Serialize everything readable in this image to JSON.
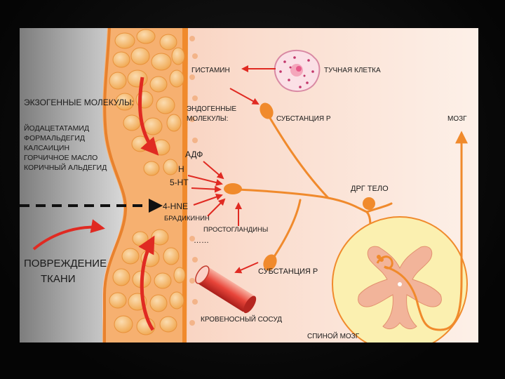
{
  "labels": {
    "exogenous_title": "ЭКЗОГЕННЫЕ МОЛЕКУЛЫ:",
    "exogenous_line1": "ЙОДАЦЕТАТАМИД",
    "exogenous_line2": "ФОРМАЛЬДЕГИД",
    "exogenous_line3": "КАЛСАИЦИН",
    "exogenous_line4": "ГОРЧИЧНОЕ МАСЛО",
    "exogenous_line5": "КОРИЧНЫЙ АЛЬДЕГИД",
    "tissue_damage_line1": "ПОВРЕЖДЕНИЕ",
    "tissue_damage_line2": "ТКАНИ",
    "histamine": "ГИСТАМИН",
    "mast_cell": "ТУЧНАЯ КЛЕТКА",
    "endogenous_line1": "ЭНДОГЕННЫЕ",
    "endogenous_line2": "МОЛЕКУЛЫ:",
    "substance_p_top": "СУБСТАНЦИЯ Р",
    "brain": "МОЗГ",
    "adf": "АДФ",
    "h": "Н",
    "serotonin": "5-НТ",
    "hne": "4-HNE",
    "bradykinin": "БРАДИКИНИН",
    "prostaglandins": "ПРОСТОГЛАНДИНЫ",
    "ellipsis": "……",
    "drg_body": "ДРГ ТЕЛО",
    "substance_p_bottom": "СУБСТАНЦИЯ Р",
    "blood_vessel": "КРОВЕНОСНЫЙ СОСУД",
    "spinal_cord": "СПИНОЙ МОЗГ"
  },
  "colors": {
    "arrow_red": "#e02a22",
    "nerve_orange": "#f08a2c",
    "tissue_orange": "#f5a04a",
    "cell_fill": "#f8c88a",
    "skin_grey": "#9a9a9a",
    "spinal_yellow": "#fbf0b0",
    "grey_matter": "#f2b49a"
  },
  "icons": {
    "mast_cell": "mast-cell-icon",
    "blood_vessel": "blood-vessel-icon",
    "spinal_cord": "spinal-cord-cross-section-icon"
  }
}
